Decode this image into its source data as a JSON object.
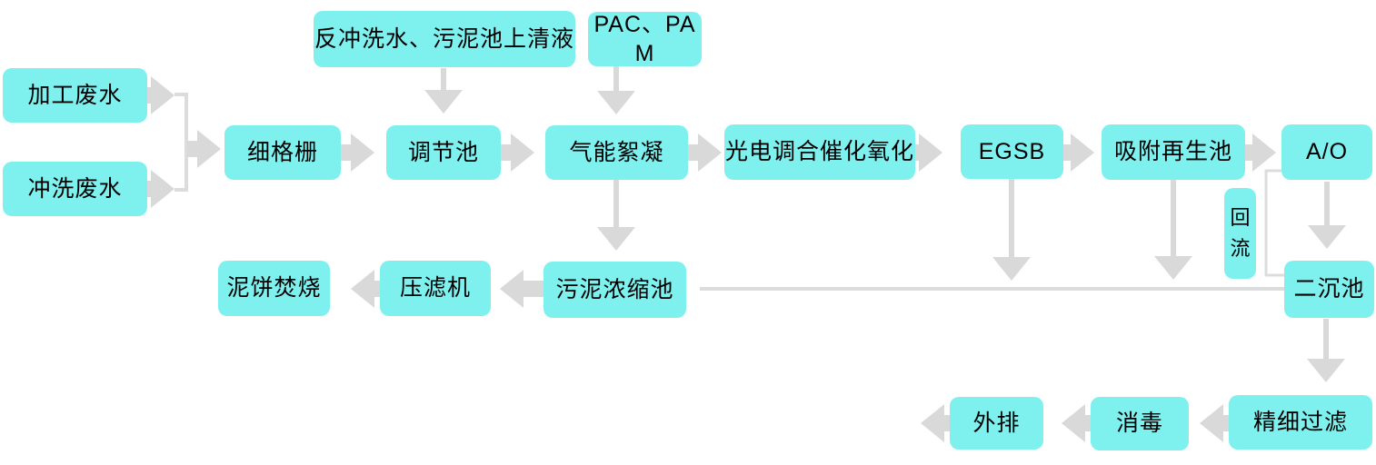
{
  "diagram": {
    "type": "flowchart",
    "colors": {
      "node_fill": "#7EF1EF",
      "arrow": "#D9D9D9",
      "connector": "#DCDCDC",
      "text": "#000000",
      "background": "#FFFFFF"
    },
    "nodes": {
      "backwash_supernatant": {
        "label": "反冲洗水、污泥池上清液"
      },
      "pac_pam": {
        "label": "PAC、PAM"
      },
      "processing_wastewater": {
        "label": "加工废水"
      },
      "rinsing_wastewater": {
        "label": "冲洗废水"
      },
      "fine_screen": {
        "label": "细格栅"
      },
      "regulating_tank": {
        "label": "调节池"
      },
      "gas_flocculation": {
        "label": "气能絮凝"
      },
      "photoelectric_oxidation": {
        "label": "光电调合催化氧化"
      },
      "egsb": {
        "label": "EGSB"
      },
      "adsorption_regeneration": {
        "label": "吸附再生池"
      },
      "ao": {
        "label": "A/O"
      },
      "reflux": {
        "label": "回流"
      },
      "secondary_clarifier": {
        "label": "二沉池"
      },
      "sludge_thickening": {
        "label": "污泥浓缩池"
      },
      "filter_press": {
        "label": "压滤机"
      },
      "cake_incineration": {
        "label": "泥饼焚烧"
      },
      "fine_filtration": {
        "label": "精细过滤"
      },
      "disinfection": {
        "label": "消毒"
      },
      "discharge": {
        "label": "外排"
      }
    },
    "edges": [
      {
        "from": "processing_wastewater",
        "to": "fine_screen"
      },
      {
        "from": "rinsing_wastewater",
        "to": "fine_screen"
      },
      {
        "from": "fine_screen",
        "to": "regulating_tank"
      },
      {
        "from": "backwash_supernatant",
        "to": "regulating_tank"
      },
      {
        "from": "regulating_tank",
        "to": "gas_flocculation"
      },
      {
        "from": "pac_pam",
        "to": "gas_flocculation"
      },
      {
        "from": "gas_flocculation",
        "to": "photoelectric_oxidation"
      },
      {
        "from": "gas_flocculation",
        "to": "sludge_thickening"
      },
      {
        "from": "photoelectric_oxidation",
        "to": "egsb"
      },
      {
        "from": "egsb",
        "to": "adsorption_regeneration"
      },
      {
        "from": "egsb",
        "to": "sludge_thickening"
      },
      {
        "from": "adsorption_regeneration",
        "to": "ao"
      },
      {
        "from": "adsorption_regeneration",
        "to": "sludge_thickening"
      },
      {
        "from": "ao",
        "to": "secondary_clarifier"
      },
      {
        "from": "secondary_clarifier",
        "to": "ao",
        "label": "回流"
      },
      {
        "from": "secondary_clarifier",
        "to": "sludge_thickening"
      },
      {
        "from": "secondary_clarifier",
        "to": "fine_filtration"
      },
      {
        "from": "fine_filtration",
        "to": "disinfection"
      },
      {
        "from": "disinfection",
        "to": "discharge"
      },
      {
        "from": "sludge_thickening",
        "to": "filter_press"
      },
      {
        "from": "filter_press",
        "to": "cake_incineration"
      }
    ]
  }
}
